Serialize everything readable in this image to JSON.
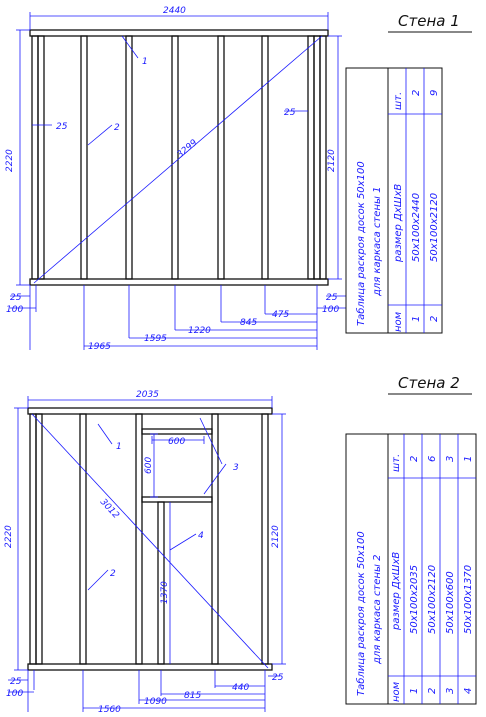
{
  "wall1": {
    "title": "Стена 1",
    "dims": {
      "width": "2440",
      "height_left": "2220",
      "height_right": "2120",
      "diagonal": "3299",
      "stud_left": "25",
      "stud_right": "25",
      "bottom_left_25": "25",
      "bottom_left_100": "100",
      "bottom_right_25": "25",
      "bottom_right_100": "100",
      "d475": "475",
      "d845": "845",
      "d1220": "1220",
      "d1595": "1595",
      "d1965": "1965"
    },
    "callouts": {
      "c1": "1",
      "c2": "2"
    },
    "table": {
      "caption_line1": "Таблица раскроя досок 50x100",
      "caption_line2": "для каркаса стены 1",
      "headers": [
        "ном",
        "размер ДхШхВ",
        "шт."
      ],
      "rows": [
        [
          "1",
          "50x100x2440",
          "2"
        ],
        [
          "2",
          "50x100x2120",
          "9"
        ]
      ]
    }
  },
  "wall2": {
    "title": "Стена 2",
    "dims": {
      "width": "2035",
      "height_left": "2220",
      "height_right": "2120",
      "diagonal": "3012",
      "open_w": "600",
      "open_h": "600",
      "d1370": "1370",
      "bottom_left_25": "25",
      "bottom_left_100": "100",
      "bottom_right_25": "25",
      "d440": "440",
      "d815": "815",
      "d1090": "1090",
      "d1560": "1560"
    },
    "callouts": {
      "c1": "1",
      "c2": "2",
      "c3": "3",
      "c4": "4"
    },
    "table": {
      "caption_line1": "Таблица раскроя досок 50x100",
      "caption_line2": "для каркаса стены 2",
      "headers": [
        "ном",
        "размер ДхШхВ",
        "шт."
      ],
      "rows": [
        [
          "1",
          "50x100x2035",
          "2"
        ],
        [
          "2",
          "50x100x2120",
          "6"
        ],
        [
          "3",
          "50x100x600",
          "3"
        ],
        [
          "4",
          "50x100x1370",
          "1"
        ]
      ]
    }
  },
  "colors": {
    "line": "#111111",
    "dimension": "#1a1aff"
  }
}
